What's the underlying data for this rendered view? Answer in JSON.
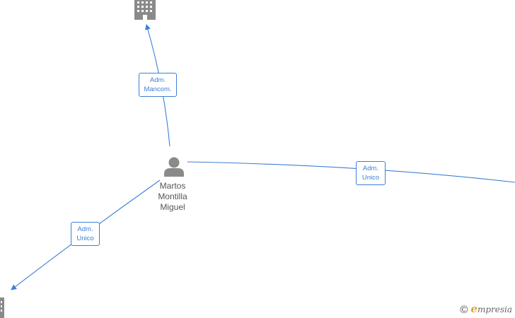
{
  "person": {
    "name_line1": "Martos",
    "name_line2": "Montilla",
    "name_line3": "Miguel",
    "icon": "person-icon"
  },
  "companies": [
    {
      "id": "top",
      "icon": "building-icon"
    },
    {
      "id": "right",
      "icon": "building-icon"
    },
    {
      "id": "bottom-left",
      "icon": "building-icon"
    }
  ],
  "edges": [
    {
      "to": "top",
      "label_line1": "Adm.",
      "label_line2": "Mancom."
    },
    {
      "to": "right",
      "label_line1": "Adm.",
      "label_line2": "Unico"
    },
    {
      "to": "bottom-left",
      "label_line1": "Adm.",
      "label_line2": "Unico"
    }
  ],
  "footer": {
    "copyright_symbol": "©",
    "brand_initial": "e",
    "brand_rest": "mpresia"
  },
  "colors": {
    "edge": "#3d7fd6",
    "node_icon": "#8a8a8a",
    "brand_accent": "#e0a22c"
  }
}
